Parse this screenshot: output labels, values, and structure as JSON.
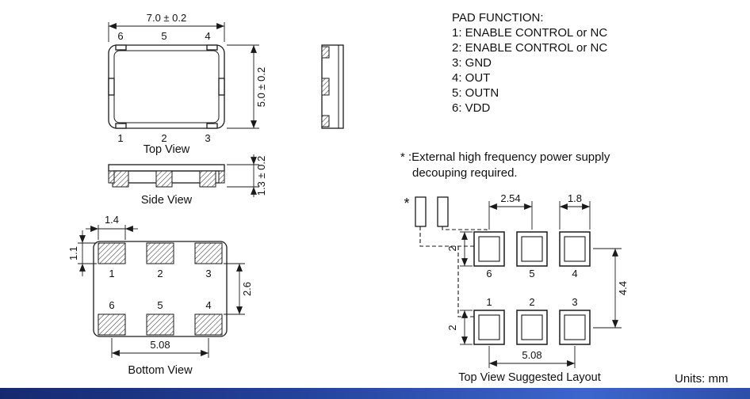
{
  "pad_function": {
    "title": "PAD FUNCTION:",
    "items": [
      "1: ENABLE CONTROL or NC",
      "2: ENABLE CONTROL or NC",
      "3: GND",
      "4: OUT",
      "5: OUTN",
      "6: VDD"
    ]
  },
  "note": {
    "line1": "* :External high frequency power supply",
    "line2": "decouping required."
  },
  "units_label": "Units: mm",
  "top_view": {
    "label": "Top View",
    "dim_width": "7.0 ± 0.2",
    "dim_height": "5.0 ± 0.2",
    "pad_numbers_top": [
      "6",
      "5",
      "4"
    ],
    "pad_numbers_bottom": [
      "1",
      "2",
      "3"
    ]
  },
  "side_view": {
    "label": "Side View",
    "dim_thickness": "1.3 ± 0.2"
  },
  "bottom_view": {
    "label": "Bottom View",
    "dim_pad_width": "1.4",
    "dim_pad_height": "1.1",
    "dim_row_gap": "2.6",
    "dim_pad_span": "5.08",
    "pad_numbers_top": [
      "1",
      "2",
      "3"
    ],
    "pad_numbers_bottom": [
      "6",
      "5",
      "4"
    ]
  },
  "suggested_layout": {
    "label": "Top View Suggested Layout",
    "star": "*",
    "dim_pitch": "2.54",
    "dim_pad_width": "1.8",
    "dim_pad_height_top": "2",
    "dim_pad_height_bottom": "2",
    "dim_row_span": "4.4",
    "dim_pad_span": "5.08",
    "pad_numbers_top": [
      "6",
      "5",
      "4"
    ],
    "pad_numbers_bottom": [
      "1",
      "2",
      "3"
    ]
  },
  "colors": {
    "line": "#1a1a1a",
    "footer_bar_start": "#15296e",
    "footer_bar_mid": "#3c66cc",
    "footer_bar_end": "#2c4fa8"
  }
}
